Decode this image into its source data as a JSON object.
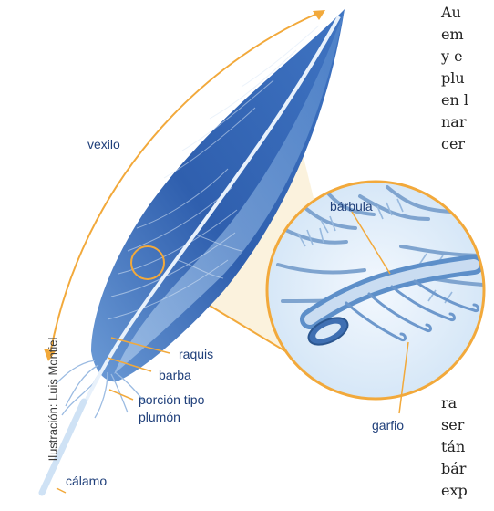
{
  "labels": {
    "vexilo": "vexilo",
    "barbula": "bárbula",
    "raquis": "raquis",
    "barba": "barba",
    "porcion_line1": "porción tipo",
    "porcion_line2": "plumón",
    "calamo": "cálamo",
    "garfio": "garfio"
  },
  "credit": "Ilustración: Luis Montiel",
  "side_text": {
    "top": [
      "Au",
      "em",
      "y e",
      "plu",
      "en l",
      "nar",
      "cer"
    ],
    "bottom": [
      "ra",
      "ser",
      "tán",
      "bár",
      "exp"
    ]
  },
  "colors": {
    "accent": "#f2a93b",
    "label": "#1f3f7a",
    "feather_dark": "#2f5fae",
    "feather_light": "#bcd6f0"
  }
}
